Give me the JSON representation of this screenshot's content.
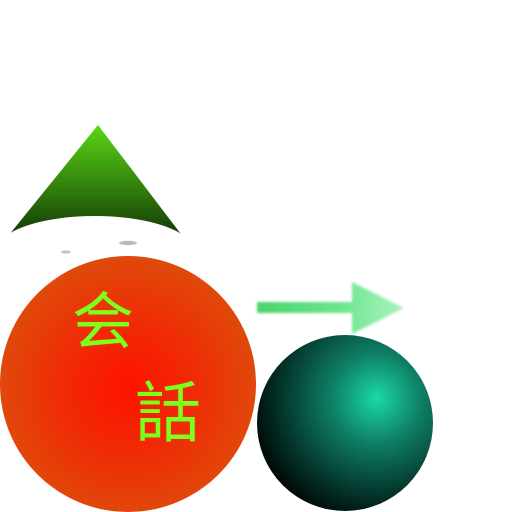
{
  "icon": {
    "glyphs": [
      "会",
      "話"
    ],
    "colors": {
      "background": "#ffffff",
      "glyph": "#7cff1a",
      "orange_sphere_center": "#ff1a00",
      "orange_sphere_edge": "#e24a0a",
      "teal_sphere_highlight": "#1ad9a6",
      "teal_sphere_dark": "#000d0b",
      "cone_top": "#5bd615",
      "cone_bottom": "#0f2a06",
      "arrow": "#5ee07a"
    },
    "elements": [
      "cone-icon",
      "arrow-icon",
      "orange-sphere",
      "teal-sphere"
    ]
  }
}
